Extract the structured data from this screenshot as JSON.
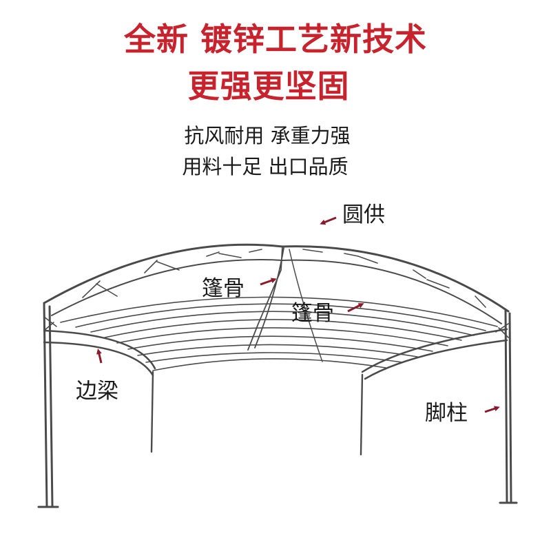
{
  "headline": {
    "line1": "全新 镀锌工艺新技术",
    "line2": "更强更坚固"
  },
  "features": {
    "line1": "抗风耐用  承重力强",
    "line2": "用料十足 出口品质"
  },
  "labels": {
    "arch": "圆供",
    "rib_left": "篷骨",
    "rib_right": "篷骨",
    "edge_beam": "边梁",
    "leg_post": "脚柱"
  },
  "colors": {
    "headline": "#c8232c",
    "frame": "#4a4a4a",
    "arrow": "#8b1a2b"
  }
}
